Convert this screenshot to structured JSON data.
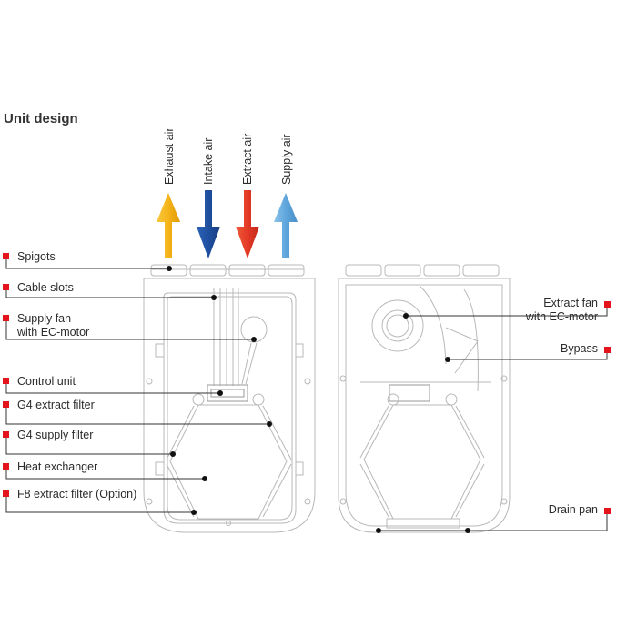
{
  "title": "Unit design",
  "airflows": [
    {
      "label": "Exhaust air",
      "direction": "up",
      "color": "#f5b41a"
    },
    {
      "label": "Intake air",
      "direction": "down",
      "color": "#1f4fa0"
    },
    {
      "label": "Extract air",
      "direction": "down",
      "color": "#e33a26"
    },
    {
      "label": "Supply air",
      "direction": "up",
      "color": "#5fa6dc"
    }
  ],
  "left_labels": [
    {
      "text": "Spigots"
    },
    {
      "text": "Cable slots"
    },
    {
      "text": "Supply fan\nwith EC-motor",
      "line1": "Supply fan",
      "line2": "with EC-motor"
    },
    {
      "text": "Control unit"
    },
    {
      "text": "G4 extract filter"
    },
    {
      "text": "G4 supply filter"
    },
    {
      "text": "Heat exchanger"
    },
    {
      "text": "F8 extract filter (Option)"
    }
  ],
  "right_labels": [
    {
      "line1": "Extract fan",
      "line2": "with EC-motor"
    },
    {
      "text": "Bypass"
    },
    {
      "text": "Drain pan"
    }
  ],
  "marker_color": "#e3141b"
}
